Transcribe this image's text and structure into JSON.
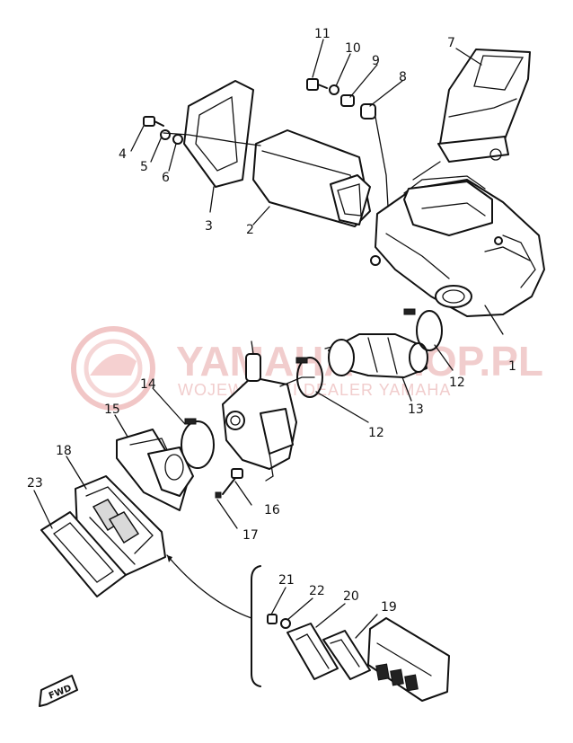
{
  "watermark": {
    "text": "YAMAHA-SHOP.PL",
    "subtitle": "WOJEWÓDZKI DEALER YAMAHA",
    "color": "#e8a0a0"
  },
  "part_numbers": {
    "p1": "1",
    "p2": "2",
    "p3": "3",
    "p4": "4",
    "p5": "5",
    "p6": "6",
    "p7": "7",
    "p8": "8",
    "p9": "9",
    "p10": "10",
    "p11": "11",
    "p12a": "12",
    "p12b": "12",
    "p13": "13",
    "p14": "14",
    "p15": "15",
    "p16": "16",
    "p17": "17",
    "p18": "18",
    "p19": "19",
    "p20": "20",
    "p21": "21",
    "p22": "22",
    "p23": "23"
  },
  "fwd_label": "FWD"
}
